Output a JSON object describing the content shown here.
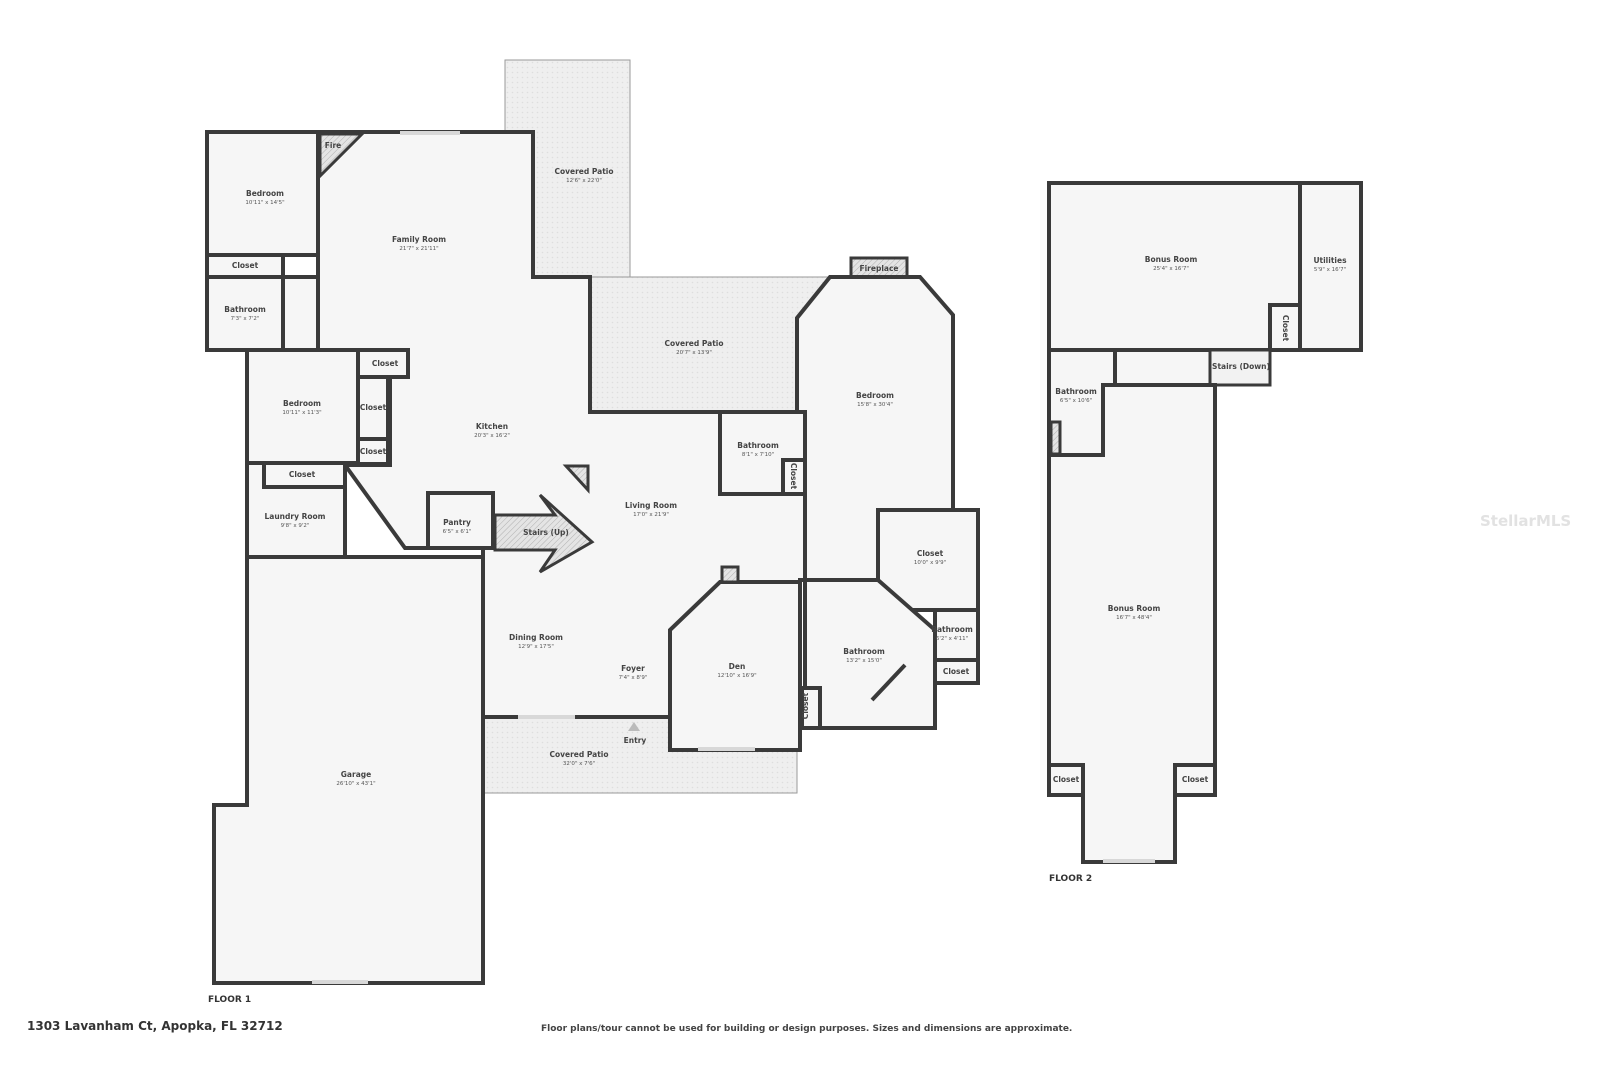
{
  "floor1": {
    "label": "FLOOR 1",
    "rooms": {
      "bedroom_a": {
        "name": "Bedroom",
        "dims": "10'11\" x 14'5\""
      },
      "closet_a": {
        "name": "Closet"
      },
      "bathroom_a": {
        "name": "Bathroom",
        "dims": "7'3\" x 7'2\""
      },
      "fire": {
        "name": "Fire"
      },
      "family_room": {
        "name": "Family Room",
        "dims": "21'7\" x 21'11\""
      },
      "covered_patio_top": {
        "name": "Covered Patio",
        "dims": "12'6\" x 22'0\""
      },
      "covered_patio_mid": {
        "name": "Covered Patio",
        "dims": "20'7\" x 13'9\""
      },
      "fireplace": {
        "name": "Fireplace"
      },
      "bedroom_b": {
        "name": "Bedroom",
        "dims": "10'11\" x 11'3\""
      },
      "closet_b1": {
        "name": "Closet"
      },
      "closet_b2": {
        "name": "Closet"
      },
      "closet_b3": {
        "name": "Closet"
      },
      "closet_c": {
        "name": "Closet"
      },
      "laundry": {
        "name": "Laundry Room",
        "dims": "9'8\" x 9'2\""
      },
      "kitchen": {
        "name": "Kitchen",
        "dims": "20'3\" x 16'2\""
      },
      "pantry": {
        "name": "Pantry",
        "dims": "6'5\" x 6'1\""
      },
      "stairs_up": {
        "name": "Stairs (Up)"
      },
      "living_room": {
        "name": "Living Room",
        "dims": "17'0\" x 21'9\""
      },
      "bathroom_b": {
        "name": "Bathroom",
        "dims": "8'1\" x 7'10\""
      },
      "closet_d": {
        "name": "Closet"
      },
      "bedroom_master": {
        "name": "Bedroom",
        "dims": "15'8\" x 30'4\""
      },
      "closet_e": {
        "name": "Closet",
        "dims": "10'0\" x 9'9\""
      },
      "bathroom_c": {
        "name": "Bathroom",
        "dims": "6'2\" x 4'11\""
      },
      "closet_f": {
        "name": "Closet"
      },
      "bathroom_master": {
        "name": "Bathroom",
        "dims": "13'2\" x 15'0\""
      },
      "closet_g": {
        "name": "Closet"
      },
      "den": {
        "name": "Den",
        "dims": "12'10\" x 16'9\""
      },
      "dining_room": {
        "name": "Dining Room",
        "dims": "12'9\" x 17'5\""
      },
      "foyer": {
        "name": "Foyer",
        "dims": "7'4\" x 8'9\""
      },
      "entry": {
        "name": "Entry"
      },
      "covered_patio_front": {
        "name": "Covered Patio",
        "dims": "32'0\" x 7'6\""
      },
      "garage": {
        "name": "Garage",
        "dims": "26'10\" x 43'1\""
      }
    }
  },
  "floor2": {
    "label": "FLOOR 2",
    "rooms": {
      "bonus_a": {
        "name": "Bonus Room",
        "dims": "25'4\" x 16'7\""
      },
      "utilities": {
        "name": "Utilities",
        "dims": "5'9\" x 16'7\""
      },
      "closet_a": {
        "name": "Closet"
      },
      "stairs_down": {
        "name": "Stairs (Down)"
      },
      "bathroom": {
        "name": "Bathroom",
        "dims": "6'5\" x 10'6\""
      },
      "bonus_b": {
        "name": "Bonus Room",
        "dims": "16'7\" x 48'4\""
      },
      "closet_b": {
        "name": "Closet"
      },
      "closet_c": {
        "name": "Closet"
      }
    }
  },
  "footer": {
    "address": "1303 Lavanham Ct, Apopka, FL 32712",
    "disclaimer": "Floor plans/tour cannot be used for building or design purposes. Sizes and dimensions are approximate."
  },
  "watermark": "StellarMLS",
  "colors": {
    "wall": "#3a3a3a",
    "floor": "#f6f6f6",
    "patio": "#eeeeee"
  }
}
